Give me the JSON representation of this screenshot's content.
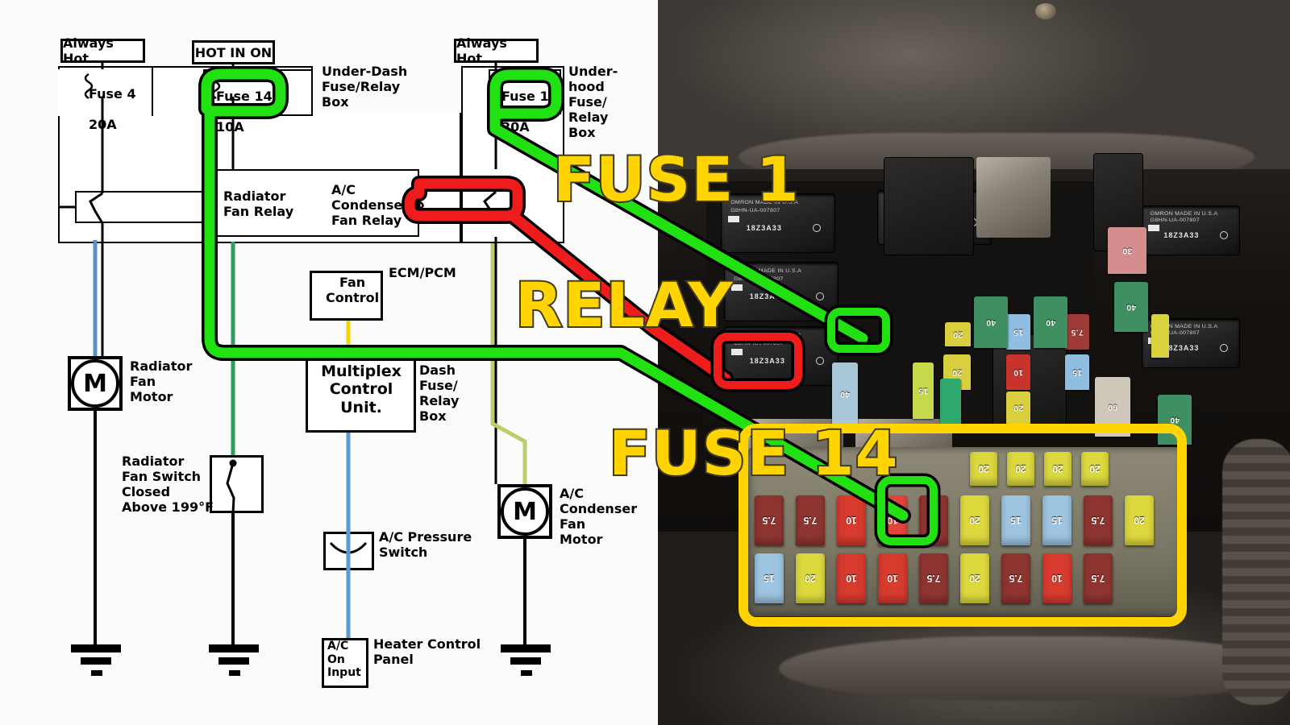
{
  "diagram": {
    "power_tags": [
      {
        "label": "Always Hot"
      },
      {
        "label": "HOT IN ON"
      },
      {
        "label": "Always Hot"
      }
    ],
    "fuses": [
      {
        "name": "Fuse 4",
        "rating": "20A"
      },
      {
        "name": "Fuse 14",
        "rating": "10A"
      },
      {
        "name": "Fuse 1",
        "rating": "20A"
      }
    ],
    "box_labels": {
      "under_dash_top": "Under-Dash\nFuse/Relay\nBox",
      "under_hood": "Under-\nhood\nFuse/\nRelay\nBox",
      "under_dash_mid": "Under-\nDash\nFuse/\nRelay\nBox"
    },
    "relays": {
      "radiator": "Radiator\nFan Relay",
      "condenser": "A/C\nCondenser\nFan Relay"
    },
    "modules": {
      "fan_control": "Fan\nControl",
      "ecm_pcm": "ECM/PCM",
      "multiplex": "Multiplex\nControl\nUnit."
    },
    "components": {
      "radiator_fan_motor": "Radiator\nFan\nMotor",
      "radiator_fan_switch": "Radiator\nFan Switch\nClosed\nAbove 199°F",
      "ac_pressure_switch": "A/C Pressure\nSwitch",
      "ac_condenser_fan_motor": "A/C\nCondenser\nFan\nMotor",
      "ac_on_input": "A/C\nOn\nInput",
      "heater_control_panel": "Heater Control\nPanel",
      "motor_symbol": "M"
    }
  },
  "annotations": {
    "callouts": [
      {
        "text": "FUSE 1",
        "color": "#FFD400"
      },
      {
        "text": "RELAY",
        "color": "#FFD400"
      },
      {
        "text": "FUSE 14",
        "color": "#FFD400"
      }
    ],
    "highlight_colors": {
      "green": "#22E112",
      "red": "#EE1C1C",
      "yellow": "#FFD400"
    }
  },
  "photo": {
    "relay_text": {
      "line1": "OMRON MADE IN U.S.A",
      "line2": "G8HN-UA-007807",
      "code": "18Z3A33",
      "bottom_view": "Bottom View"
    },
    "underhood_fuses": [
      {
        "rating": "20",
        "color": "#d9cf3e",
        "highlight": "green"
      },
      {
        "rating": "15",
        "color": "#8fbee0"
      },
      {
        "rating": "7.5",
        "color": "#9e3b36"
      },
      {
        "rating": "20",
        "color": "#d9cf3e"
      },
      {
        "rating": "10",
        "color": "#c8332c"
      },
      {
        "rating": "15",
        "color": "#8fbee0"
      },
      {
        "rating": "20",
        "color": "#d9cf3e"
      },
      {
        "rating": "40",
        "color": "#a7c6d8"
      },
      {
        "rating": "60",
        "color": "#cfc8ba"
      },
      {
        "rating": "30",
        "color": "#d48e8e"
      },
      {
        "rating": "40",
        "color": "#3f8f62"
      }
    ],
    "panel_row_top": [
      {
        "rating": "7.5",
        "color": "#8e3531"
      },
      {
        "rating": "7.5",
        "color": "#8e3531"
      },
      {
        "rating": "10",
        "color": "#d63b2e"
      },
      {
        "rating": "10",
        "color": "#e0453a",
        "highlight": "green"
      },
      {
        "rating": "7.5",
        "color": "#8e3531"
      },
      {
        "rating": "20",
        "color": "#dcd93f"
      },
      {
        "rating": "15",
        "color": "#9dc4e0"
      },
      {
        "rating": "15",
        "color": "#9dc4e0"
      },
      {
        "rating": "7.5",
        "color": "#8e3531"
      },
      {
        "rating": "20",
        "color": "#dcd93f"
      }
    ],
    "panel_row_bottom": [
      {
        "rating": "15",
        "color": "#9dc4e0"
      },
      {
        "rating": "20",
        "color": "#dcd93f"
      },
      {
        "rating": "10",
        "color": "#d63b2e"
      },
      {
        "rating": "10",
        "color": "#d63b2e"
      },
      {
        "rating": "7.5",
        "color": "#8e3531"
      },
      {
        "rating": "20",
        "color": "#dcd93f"
      },
      {
        "rating": "7.5",
        "color": "#8e3531"
      },
      {
        "rating": "10",
        "color": "#d63b2e"
      },
      {
        "rating": "7.5",
        "color": "#8e3531"
      }
    ],
    "panel_row_far": [
      {
        "rating": "20",
        "color": "#dcd93f"
      },
      {
        "rating": "20",
        "color": "#dcd93f"
      },
      {
        "rating": "20",
        "color": "#dcd93f"
      },
      {
        "rating": "20",
        "color": "#dcd93f"
      }
    ]
  }
}
